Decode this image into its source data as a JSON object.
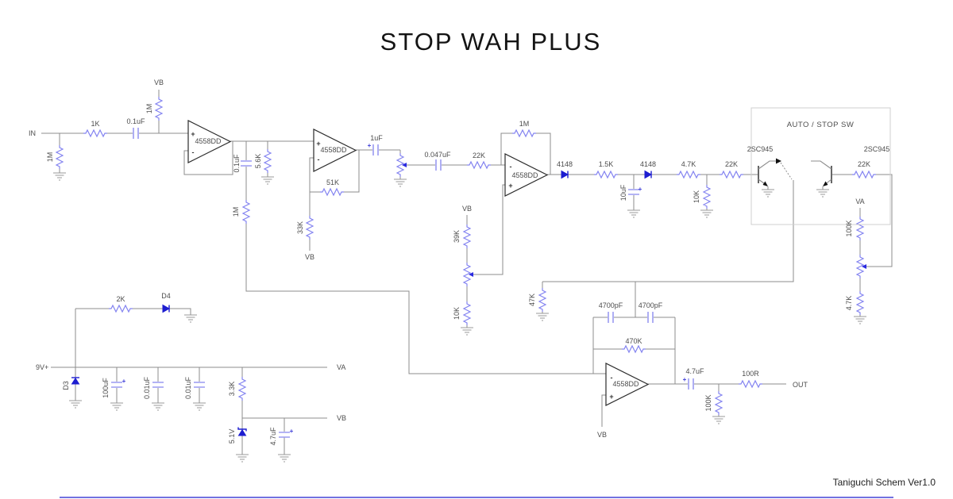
{
  "title": "STOP WAH PLUS",
  "footer": "Taniguchi Schem Ver1.0",
  "io": {
    "in": "IN",
    "out": "OUT",
    "supply": "9V+"
  },
  "rails": {
    "va": "VA",
    "vb": "VB"
  },
  "polarity_plus": "+",
  "opamp": {
    "name": "4558DD",
    "plus": "+",
    "minus": "-"
  },
  "switch_box": {
    "title": "AUTO / STOP SW",
    "transistor": "2SC945"
  },
  "parts": {
    "r_in_shunt": "1M",
    "r_in_series": "1K",
    "c_in": "0.1uF",
    "r_bias": "1M",
    "c_hp": "0.1uF",
    "r_5k6": "5.6K",
    "r_fb_long": "1M",
    "r_51k": "51K",
    "r_33k": "33K",
    "c_1u": "1uF",
    "c_047": "0.047uF",
    "r_22k_in": "22K",
    "r_1m_u3": "1M",
    "r_39k": "39K",
    "r_10k_pot": "10K",
    "d_4148": "4148",
    "r_1k5": "1.5K",
    "c_10u": "10uF",
    "r_4k7": "4.7K",
    "r_10k": "10K",
    "r_22k_q1": "22K",
    "r_22k_q2": "22K",
    "r_100k_va": "100K",
    "r_4k7_va": "4.7K",
    "r_47k": "47K",
    "c_4700": "4700pF",
    "r_470k": "470K",
    "c_out": "4.7uF",
    "r_100k_out": "100K",
    "r_100r": "100R",
    "r_2k": "2K",
    "d4": "D4",
    "d3": "D3",
    "c_100u": "100uF",
    "c_001": "0.01uF",
    "r_3k3": "3.3K",
    "d_zener": "5.1V",
    "c_4u7_b": "4.7uF"
  },
  "colors": {
    "component_blue": "#8484f0",
    "cap_blue": "#9a9af2",
    "diode_blue": "#1d1dd0",
    "wire_gray": "#8c8c8c"
  }
}
